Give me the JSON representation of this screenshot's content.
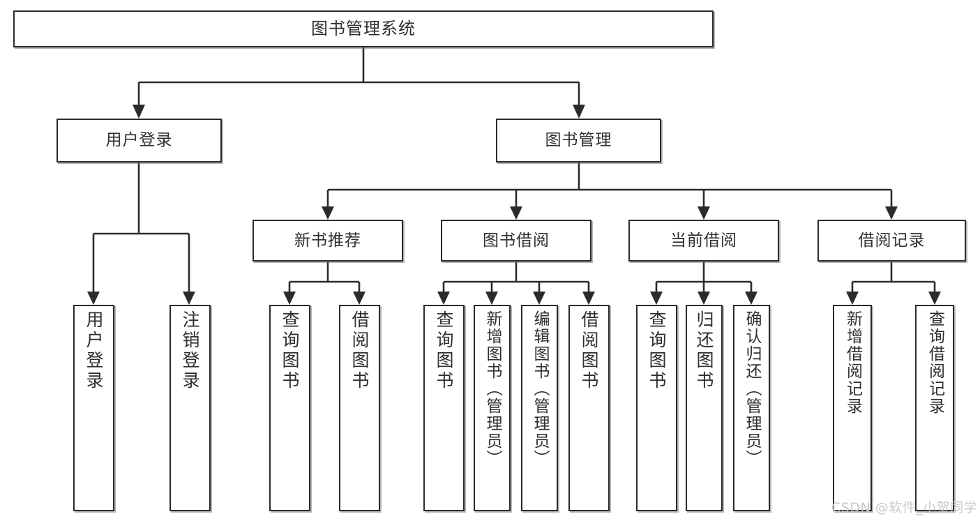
{
  "diagram": {
    "title": "图书管理系统",
    "type": "tree-hierarchy",
    "watermark": "CSDN @软件_小贺同学",
    "nodes": {
      "root": {
        "label": "图书管理系统"
      },
      "level2": [
        {
          "id": "user-login",
          "label": "用户登录"
        },
        {
          "id": "book-manage",
          "label": "图书管理"
        }
      ],
      "level3": [
        {
          "id": "new-book-recommend",
          "label": "新书推荐"
        },
        {
          "id": "book-borrow",
          "label": "图书借阅"
        },
        {
          "id": "current-borrow",
          "label": "当前借阅"
        },
        {
          "id": "borrow-record",
          "label": "借阅记录"
        }
      ],
      "leaves": {
        "user_login": [
          {
            "id": "leaf-user-login",
            "label": "用户登录"
          },
          {
            "id": "leaf-logout-login",
            "label": "注销登录"
          }
        ],
        "new_book_recommend": [
          {
            "id": "leaf-query-book-1",
            "label": "查询图书"
          },
          {
            "id": "leaf-borrow-book-1",
            "label": "借阅图书"
          }
        ],
        "book_borrow": [
          {
            "id": "leaf-query-book-2",
            "label": "查询图书"
          },
          {
            "id": "leaf-add-book",
            "label": "新增图书（管理员）"
          },
          {
            "id": "leaf-edit-book",
            "label": "编辑图书（管理员）"
          },
          {
            "id": "leaf-borrow-book-2",
            "label": "借阅图书"
          }
        ],
        "current_borrow": [
          {
            "id": "leaf-query-book-3",
            "label": "查询图书"
          },
          {
            "id": "leaf-return-book",
            "label": "归还图书"
          },
          {
            "id": "leaf-confirm-return",
            "label": "确认归还（管理员）"
          }
        ],
        "borrow_record": [
          {
            "id": "leaf-add-record",
            "label": "新增借阅记录"
          },
          {
            "id": "leaf-query-record",
            "label": "查询借阅记录"
          }
        ]
      }
    },
    "colors": {
      "border": "#2b2b2b",
      "text": "#2f2f2f",
      "background": "#ffffff",
      "watermark": "#c9c9c9"
    }
  }
}
